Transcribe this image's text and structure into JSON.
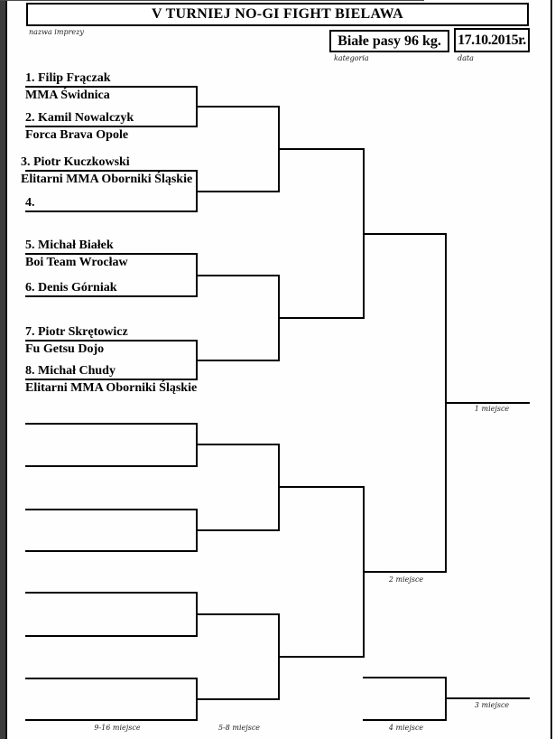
{
  "header": {
    "title": "V TURNIEJ NO-GI FIGHT BIELAWA",
    "title_caption": "nazwa imprezy",
    "category": "Białe pasy 96 kg.",
    "category_caption": "kategoria",
    "date": "17.10.2015r.",
    "date_caption": "data"
  },
  "bracket": {
    "entries": [
      {
        "name": "1. Filip Frączak",
        "club": "MMA Świdnica"
      },
      {
        "name": "2. Kamil Nowalczyk",
        "club": "Forca Brava Opole"
      },
      {
        "name": "3. Piotr Kuczkowski",
        "club": "Elitarni MMA Oborniki Śląskie"
      },
      {
        "name": "4.",
        "club": ""
      },
      {
        "name": "5. Michał Białek",
        "club": "Boi Team Wrocław"
      },
      {
        "name": "6. Denis Górniak",
        "club": ""
      },
      {
        "name": "7. Piotr Skrętowicz",
        "club": "Fu Getsu Dojo"
      },
      {
        "name": "8. Michał Chudy",
        "club": "Elitarni MMA Oborniki Śląskie"
      }
    ],
    "place_labels": {
      "first": "1 miejsce",
      "second": "2 miejsce",
      "third": "3 miejsce",
      "fourth": "4 miejsce",
      "places_9_16": "9-16 miejsce",
      "places_5_8": "5-8 miejsce"
    }
  }
}
